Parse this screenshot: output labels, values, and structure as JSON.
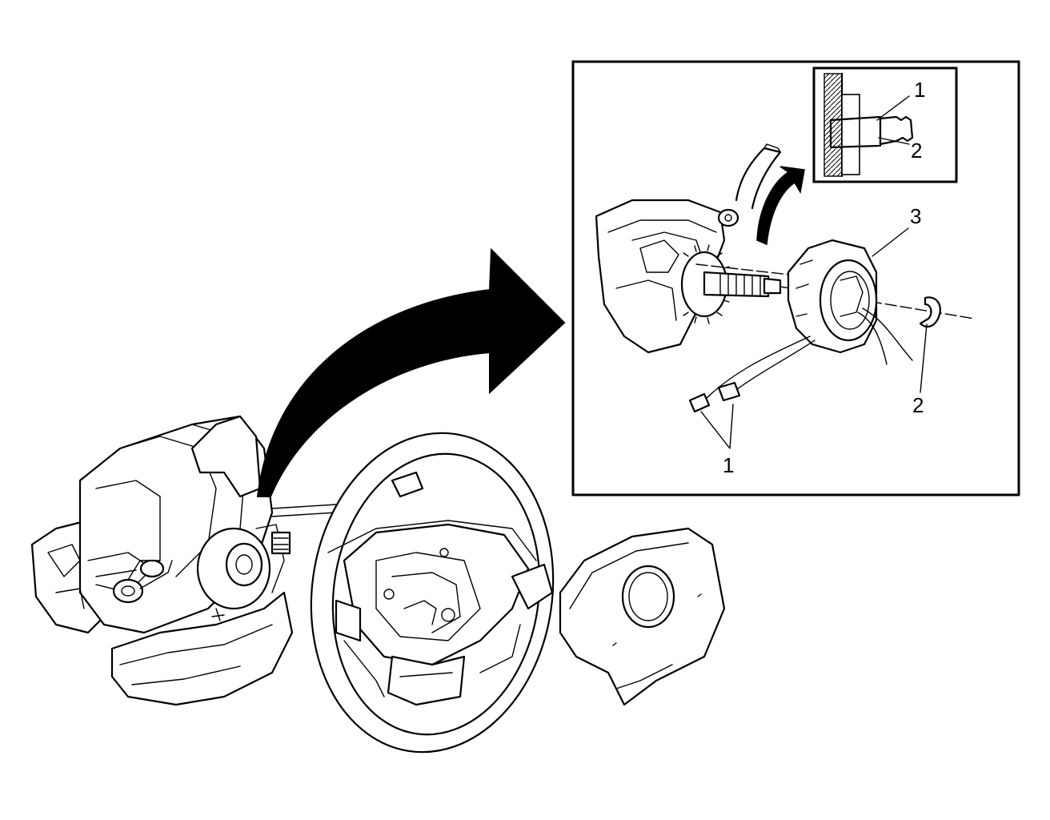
{
  "callouts": {
    "detail_upper": "1",
    "detail_lower": "2",
    "inset_coil": "3",
    "inset_clip": "2",
    "inset_connectors": "1"
  },
  "colors": {
    "line": "#000000",
    "background": "#ffffff"
  }
}
